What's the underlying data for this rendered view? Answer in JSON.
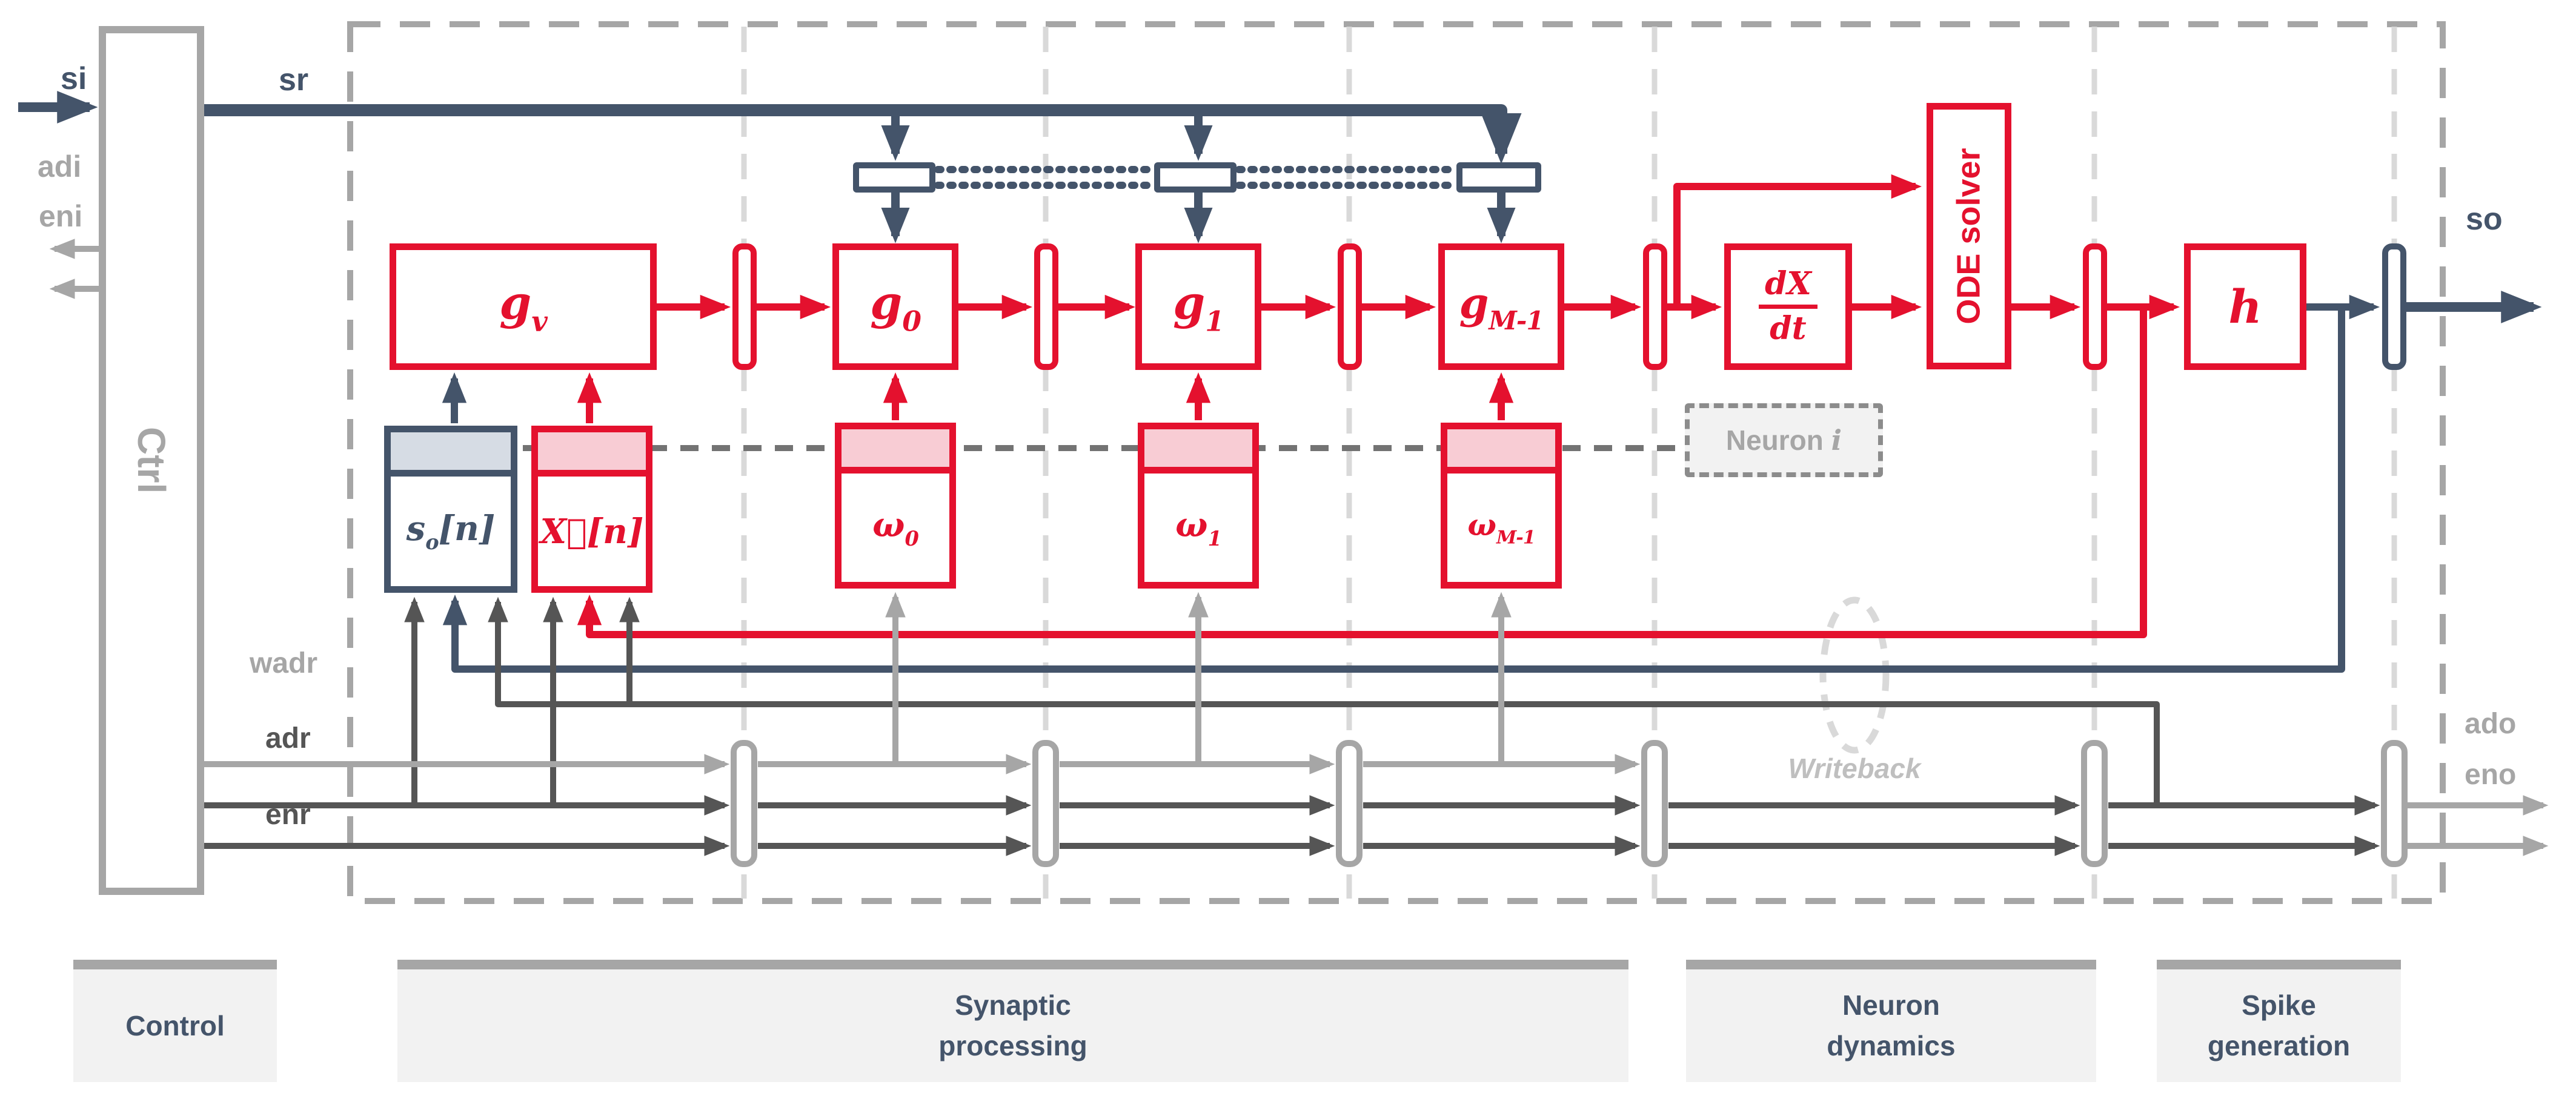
{
  "colors": {
    "navy": "#44546a",
    "red": "#e4112e",
    "dark_gray": "#555555",
    "light_gray": "#a6a6a6",
    "pale_gray": "#d9d9d9",
    "dashed_neuron_line": "#737373",
    "stage_bar_bg": "#f2f2f2",
    "stage_bar_strip": "#a6a6a6",
    "header_blue": "#d6dce4",
    "header_pink": "#f8ccd4",
    "writeback_gray": "#bfbfbf"
  },
  "io": {
    "si": "si",
    "sr": "sr",
    "adi": "adi",
    "eni": "eni",
    "so": "so",
    "wadr": "wadr",
    "adr": "adr",
    "enr": "enr",
    "ado": "ado",
    "eno": "eno"
  },
  "control": {
    "label": "Ctrl"
  },
  "blocks": {
    "gv": {
      "base": "g",
      "sub": "v"
    },
    "g0": {
      "base": "g",
      "sub": "0"
    },
    "g1": {
      "base": "g",
      "sub": "1"
    },
    "gm": {
      "base": "g",
      "sub": "M-1"
    },
    "dxdt": {
      "num": "dX",
      "den": "dt"
    },
    "ode": {
      "label": "ODE solver"
    },
    "h": {
      "base": "h"
    }
  },
  "memories": {
    "so": {
      "base": "s",
      "sub": "o",
      "suffix": "[n]"
    },
    "x": {
      "base": "X⃗",
      "suffix": "[n]"
    },
    "w0": {
      "base": "ω",
      "sub": "0"
    },
    "w1": {
      "base": "ω",
      "sub": "1"
    },
    "wm": {
      "base": "ω",
      "sub": "M-1"
    }
  },
  "annotations": {
    "neuron_label": "Neuron ",
    "neuron_index": "i",
    "writeback": "Writeback"
  },
  "stages": [
    {
      "line1": "Control",
      "line2": ""
    },
    {
      "line1": "Synaptic",
      "line2": "processing"
    },
    {
      "line1": "Neuron",
      "line2": "dynamics"
    },
    {
      "line1": "Spike",
      "line2": "generation"
    }
  ]
}
